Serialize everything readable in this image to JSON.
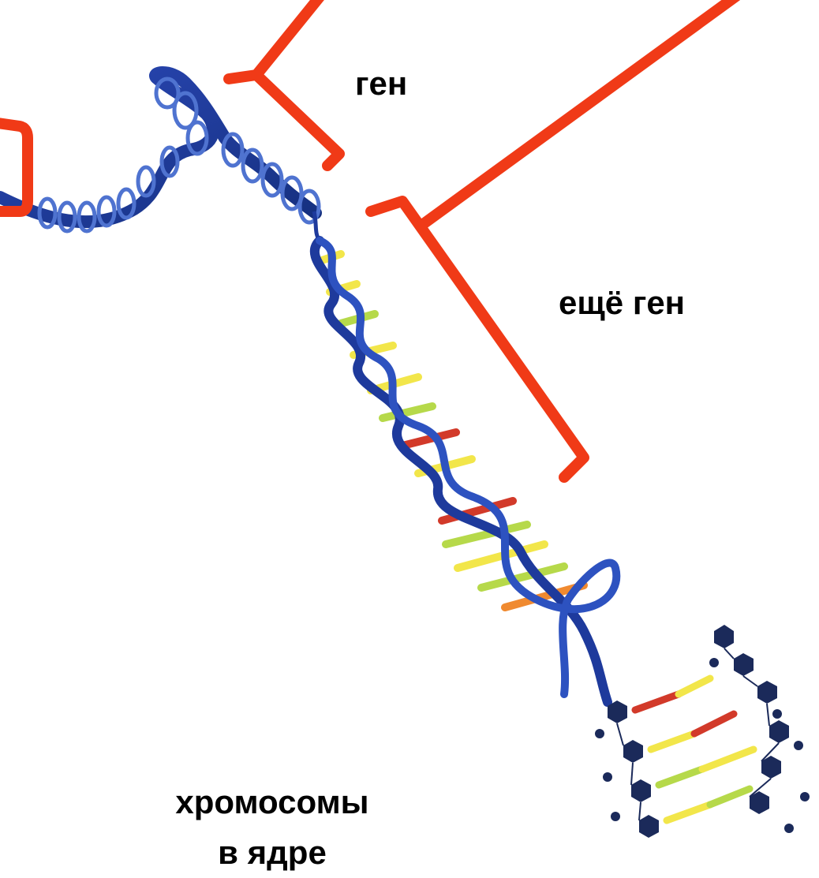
{
  "labels": {
    "gene": "ген",
    "another_gene": "ещё ген",
    "chromosome": "хромосомы в ядре"
  },
  "colors": {
    "bracket": "#f03a17",
    "strand_dark": "#1e3a9c",
    "strand_light": "#4f73d0",
    "base_yellow": "#f2e64a",
    "base_green": "#b6d94a",
    "base_red": "#d23a2a",
    "base_orange": "#f08a30",
    "background": "#ffffff"
  }
}
